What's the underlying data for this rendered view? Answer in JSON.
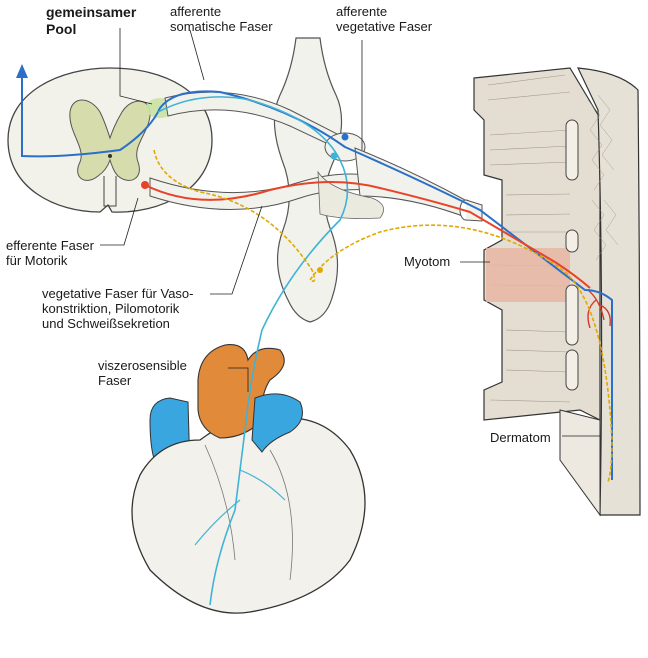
{
  "labels": {
    "pool": [
      "gemeinsamer",
      "Pool"
    ],
    "afferent_somatic": [
      "afferente",
      "somatische Faser"
    ],
    "afferent_vegetative": [
      "afferente",
      "vegetative Faser"
    ],
    "efferent_motor": [
      "efferente Faser",
      "für Motorik"
    ],
    "vegetative_vaso": [
      "vegetative Faser für Vaso-",
      "konstriktion, Pilomotorik",
      "und Schweißsekretion"
    ],
    "viscerosensory": [
      "viszerosensible",
      "Faser"
    ],
    "myotom": "Myotom",
    "dermatom": "Dermatom"
  },
  "colors": {
    "somatic_afferent": "#2a6fc9",
    "visceral_afferent": "#3fb3d6",
    "efferent_motor": "#e8432a",
    "vegetative": "#e0a800",
    "grey_matter": "#d6dcab",
    "nerve": "#f1f2ec",
    "heart_orange": "#e08a3a",
    "heart_blue": "#3aa6df",
    "muscle": "#e7b6a4",
    "skin": "#e6e1d6"
  },
  "icons": [
    "arrow-up-icon"
  ]
}
